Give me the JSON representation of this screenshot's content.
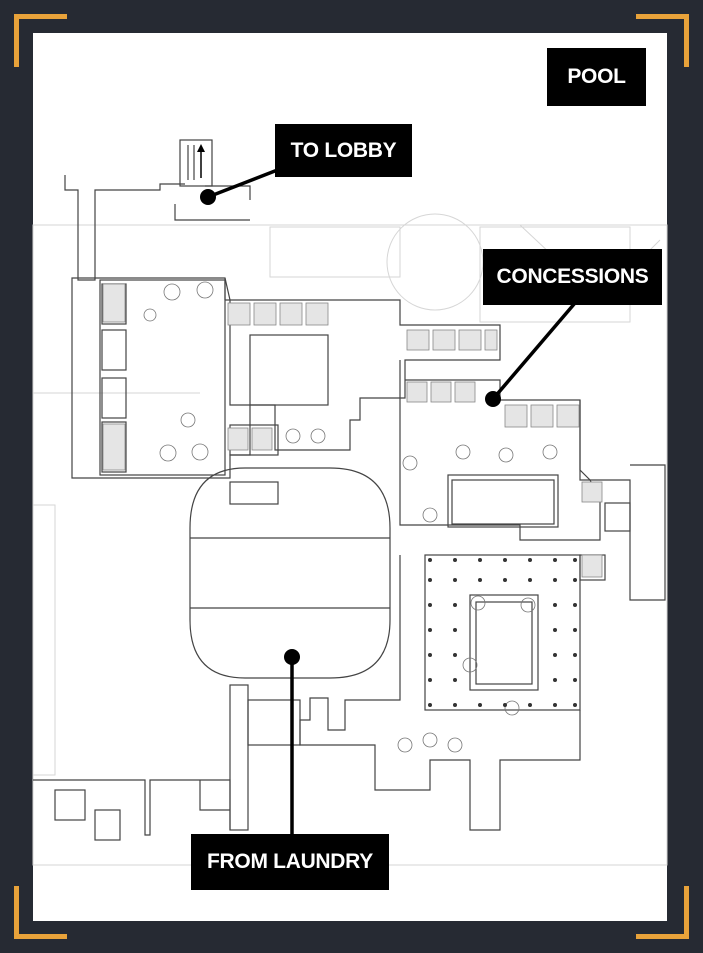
{
  "map": {
    "labels": {
      "pool": "POOL",
      "to_lobby": "TO LOBBY",
      "concessions": "CONCESSIONS",
      "from_laundry": "FROM LAUNDRY"
    },
    "colors": {
      "frame": "#262a33",
      "corner_accent": "#e8a23a",
      "map_background": "#ffffff",
      "label_background": "#000000",
      "label_text": "#ffffff"
    },
    "icons": [
      "corner-bracket-icon",
      "location-dot-icon",
      "stair-arrow-icon"
    ]
  }
}
